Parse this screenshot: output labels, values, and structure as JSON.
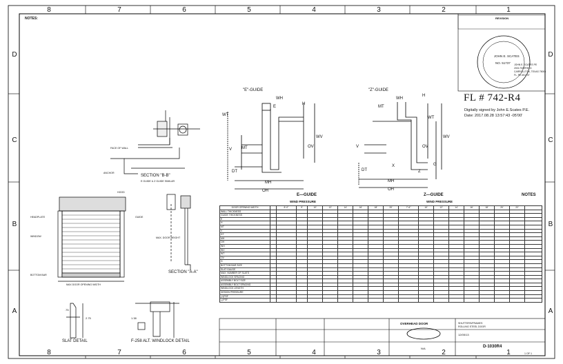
{
  "zones": {
    "columns": [
      "8",
      "7",
      "6",
      "5",
      "4",
      "3",
      "2",
      "1"
    ],
    "rows": [
      "D",
      "C",
      "B",
      "A"
    ]
  },
  "notes_header": "NOTES:",
  "stamp": {
    "fl_number": "FL # 742-R4",
    "digital_signature_line1": "Digitally signed by John E.Scates P.E.",
    "digital_signature_line2": "Date: 2017.08.28 13:57:43 -05'00'",
    "seal_number": "NO. 51737",
    "seal_text": "JOHN E. SCATES",
    "engineer_line1": "JOHN E. SCATES PE",
    "engineer_line2": "2001 FAIRFIELD",
    "engineer_line3": "CARROLLTON, TEXAS 75006",
    "engineer_line4": "FL. PE #51737",
    "revision_label": "REVISION"
  },
  "views": {
    "e_guide": "\"E\"-GUIDE",
    "z_guide": "\"Z\"-GUIDE",
    "section_bb": "SECTION \"B-B\"",
    "section_bb_sub": "E GUIDE & Z GUIDE SIMILAR",
    "section_aa": "SECTION \"A-A\"",
    "slat_detail": "SLAT DETAIL",
    "windlock_detail": "F-258 ALT. WINDLOCK DETAIL"
  },
  "callouts": {
    "hood": "HOOD",
    "headplate": "HEADPLATE",
    "guide": "GUIDE",
    "bottom_bar": "BOTTOM BAR",
    "window": "WINDOW",
    "anchor": "ANCHOR",
    "opening_width": "MAX DOOR OPENING WIDTH",
    "face_of_wall": "FACE OF WALL",
    "max_height": "MAX. DOOR HEIGHT"
  },
  "dims": {
    "wh": "WH",
    "e": "E",
    "h": "H",
    "mt": "MT",
    "v": "V",
    "dt": "DT",
    "mh": "MH",
    "oh": "OH",
    "wv": "WV",
    "wt": "WT",
    "ov": "OV",
    "g": "G",
    "x": "X",
    "z": "Z",
    "slat_w": "2.75",
    "slat_t": "1.38",
    "slat_g": ".75"
  },
  "table": {
    "e_guide_title": "E—GUIDE",
    "z_guide_title": "Z—GUIDE",
    "notes_title": "NOTES",
    "wind_pressure": "WIND PRESSURE",
    "row_header": "DOOR OPENING WIDTH",
    "e_widths": [
      "8'-0\"",
      "9'",
      "10'",
      "12'",
      "14'",
      "16'",
      "18'",
      "20'"
    ],
    "z_widths": [
      "7'-6\"",
      "10'",
      "12'",
      "14'",
      "16'",
      "18'",
      "20'",
      "22'"
    ],
    "rows": [
      "WALL THICKNESS",
      "GUIDE THICKNESS",
      "E",
      "H",
      "MT",
      "V",
      "DT",
      "MH",
      "OH",
      "WH",
      "WV",
      "WT",
      "OV",
      "G",
      "BOTTOM BAR SIZE",
      "SLAT GAUGE",
      "MAX. NUMBER OF SLATS",
      "WINDLOCK SPACING",
      "ASSEMBLY BOLT SIZE",
      "ASSEMBLY BOLT SPACING",
      "WINDLOCK LENGTH",
      "DESIGN PRESSURE",
      "(+)PSF",
      "(-)PSF"
    ]
  },
  "title_block": {
    "company": "OVERHEAD DOOR",
    "title_line1": "SHUTTERS/FRAMES",
    "title_line2": "ROLLING STEEL DOOR",
    "drawing_no": "D-1030R4",
    "scale": "N/A",
    "date": "12/05/13",
    "sheet": "1 OF 1"
  }
}
